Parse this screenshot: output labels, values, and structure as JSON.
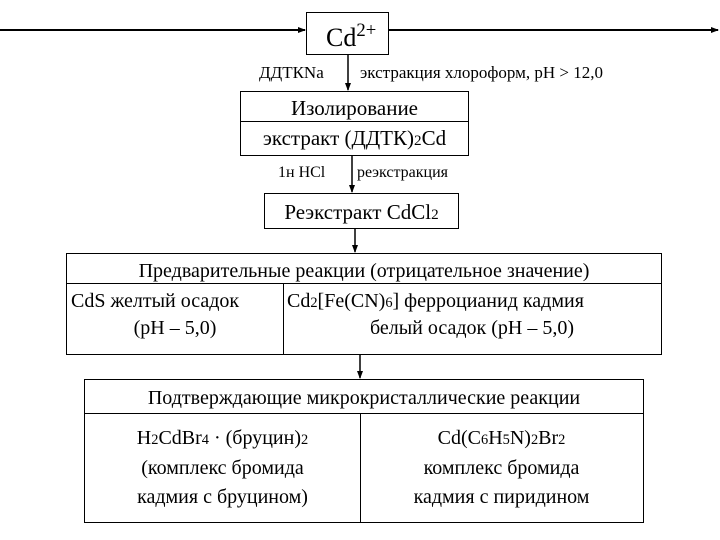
{
  "flow": {
    "start_node": {
      "label": "Cd",
      "superscript": "2+"
    },
    "step1": {
      "left_label": "ДДТКNa",
      "right_label": "экстракция хлороформ, pH > 12,0"
    },
    "isolation_box": {
      "title": "Изолирование",
      "content_prefix": "экстракт (ДДТК)",
      "content_sub": "2",
      "content_suffix": "Cd"
    },
    "step2": {
      "left_label": "1н HCl",
      "right_label": "реэкстракция"
    },
    "reextract_box": {
      "label_prefix": "Реэкстракт CdCl",
      "label_sub": "2"
    },
    "preliminary_box": {
      "title": "Предварительные реакции (отрицательное значение)",
      "left": {
        "line1": "CdS  желтый осадок",
        "line2": "(pH – 5,0)"
      },
      "right": {
        "line1_a": "Cd",
        "line1_sub1": "2",
        "line1_b": "[Fe(CN)",
        "line1_sub2": "6",
        "line1_c": "]  ферроцианид кадмия",
        "line2": "белый осадок (pH – 5,0)"
      }
    },
    "confirm_box": {
      "title": "Подтверждающие микрокристаллические реакции",
      "left": {
        "f_a": "H",
        "f_s1": "2",
        "f_b": "CdBr",
        "f_s2": "4",
        "f_c": " · (бруцин)",
        "f_s3": "2",
        "line2": "(комплекс бромида",
        "line3": "кадмия с бруцином)"
      },
      "right": {
        "f_a": "Cd(C",
        "f_s1": "6",
        "f_b": "H",
        "f_s2": "5",
        "f_c": "N)",
        "f_s3": "2",
        "f_d": "Br",
        "f_s4": "2",
        "line2": "комплекс бромида",
        "line3": "кадмия с пиридином"
      }
    }
  },
  "colors": {
    "line": "#000000",
    "background": "#ffffff"
  }
}
